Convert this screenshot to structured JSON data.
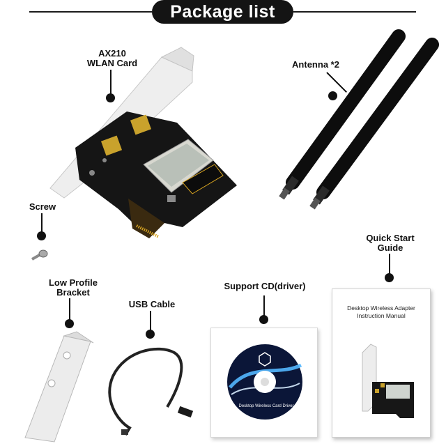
{
  "header": {
    "title": "Package list"
  },
  "items": {
    "wlan_card": "AX210\nWLAN Card",
    "antenna": "Antenna *2",
    "screw": "Screw",
    "quick_start": "Quick Start\nGuide",
    "bracket": "Low Profile\nBracket",
    "usb_cable": "USB Cable",
    "support_cd": "Support CD(driver)"
  },
  "manual": {
    "title": "Desktop Wireless Adapter\nInstruction Manual"
  },
  "cd": {
    "label": "Desktop Wireless Card Driver"
  }
}
